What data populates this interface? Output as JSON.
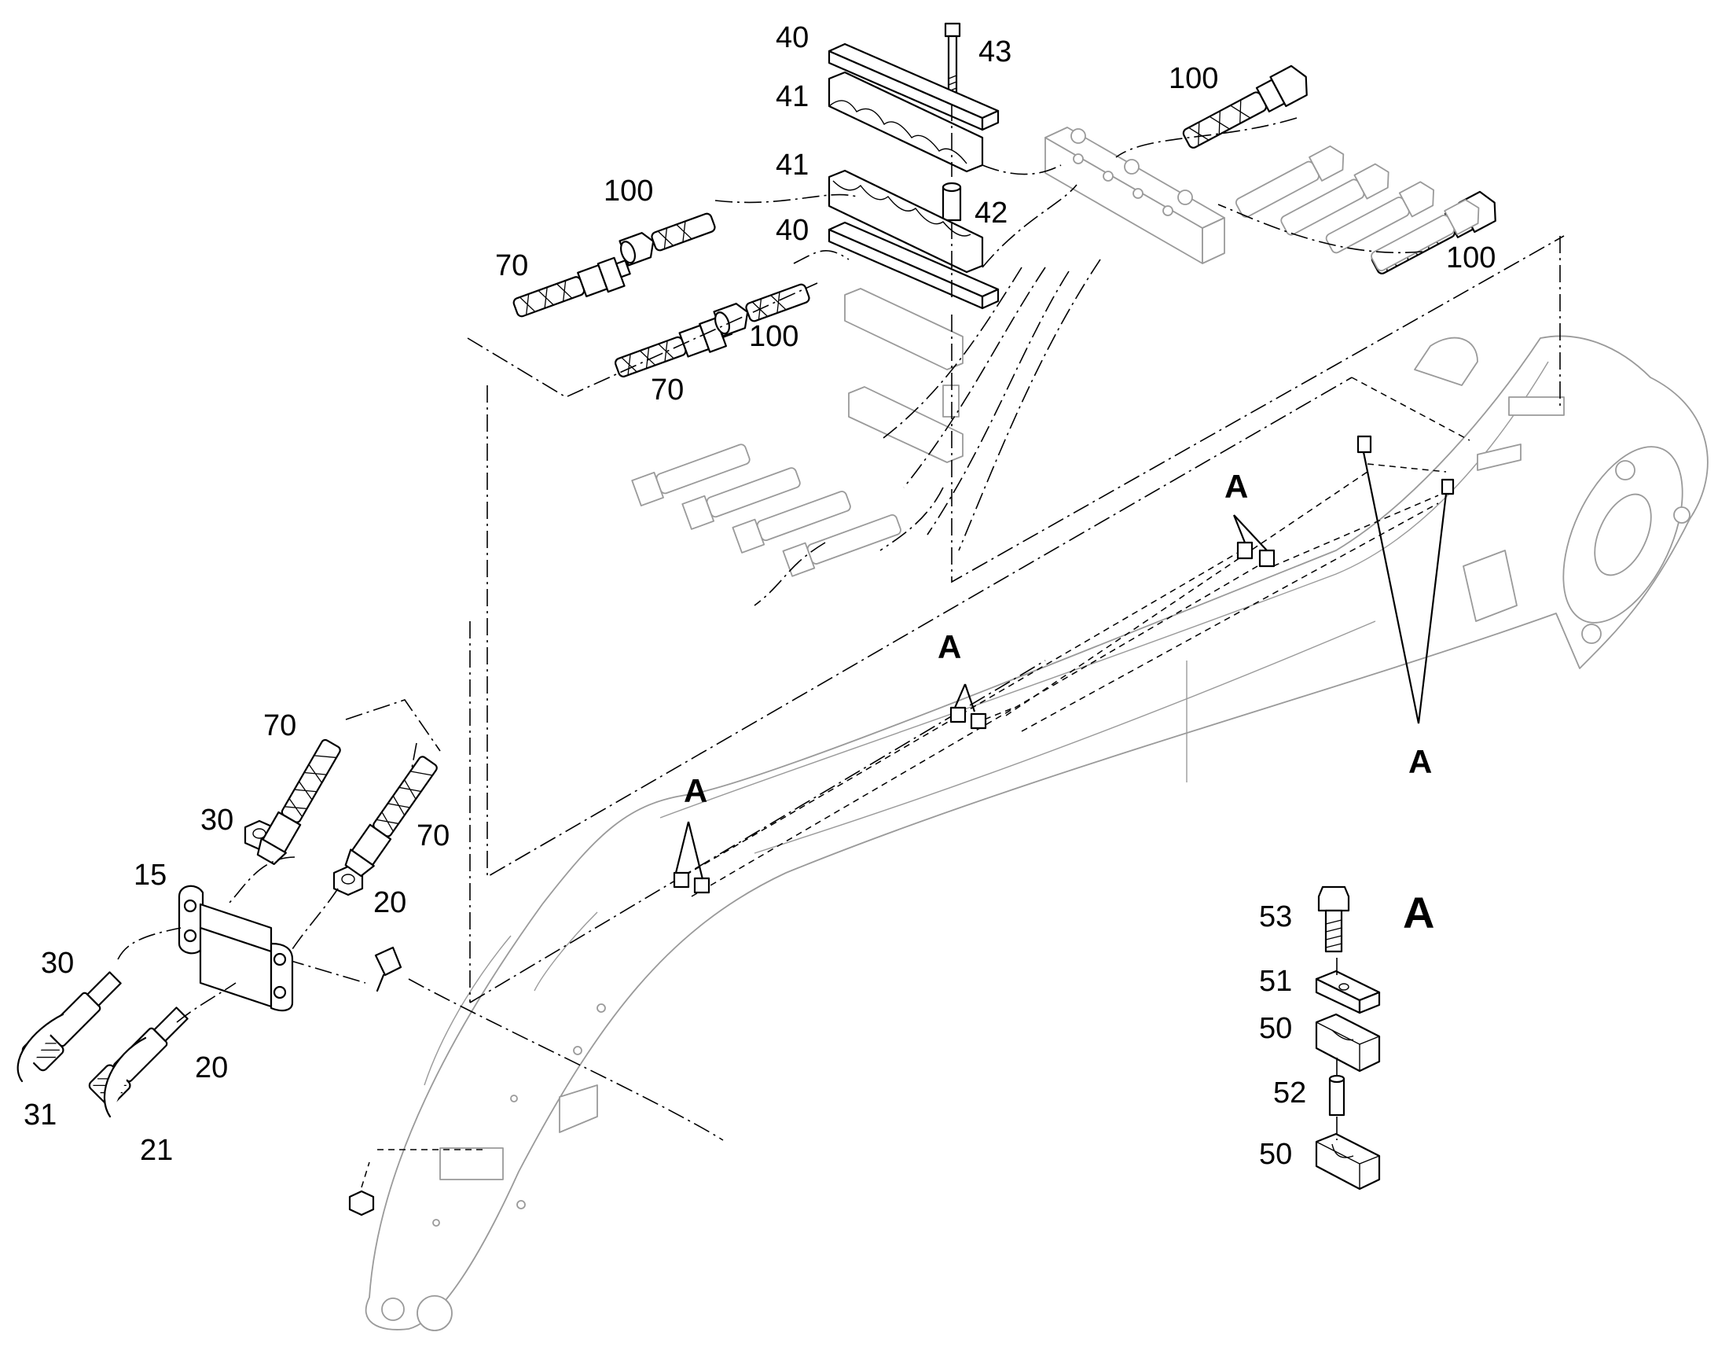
{
  "callouts": {
    "p40_top": "40",
    "p43": "43",
    "p41_top": "41",
    "p41_mid": "41",
    "p42": "42",
    "p40_mid": "40",
    "p100_a": "100",
    "p70_a": "70",
    "p100_b": "100",
    "p70_b": "70",
    "p100_c": "100",
    "p100_d": "100",
    "p70_c": "70",
    "p30_a": "30",
    "p70_d": "70",
    "p15": "15",
    "p20_a": "20",
    "p30_b": "30",
    "p31": "31",
    "p20_b": "20",
    "p21": "21"
  },
  "detail_refs": {
    "a1": "A",
    "a2": "A",
    "a3": "A",
    "a4": "A"
  },
  "detail_A": {
    "title": "A",
    "p53": "53",
    "p51": "51",
    "p50_top": "50",
    "p52": "52",
    "p50_bottom": "50"
  }
}
